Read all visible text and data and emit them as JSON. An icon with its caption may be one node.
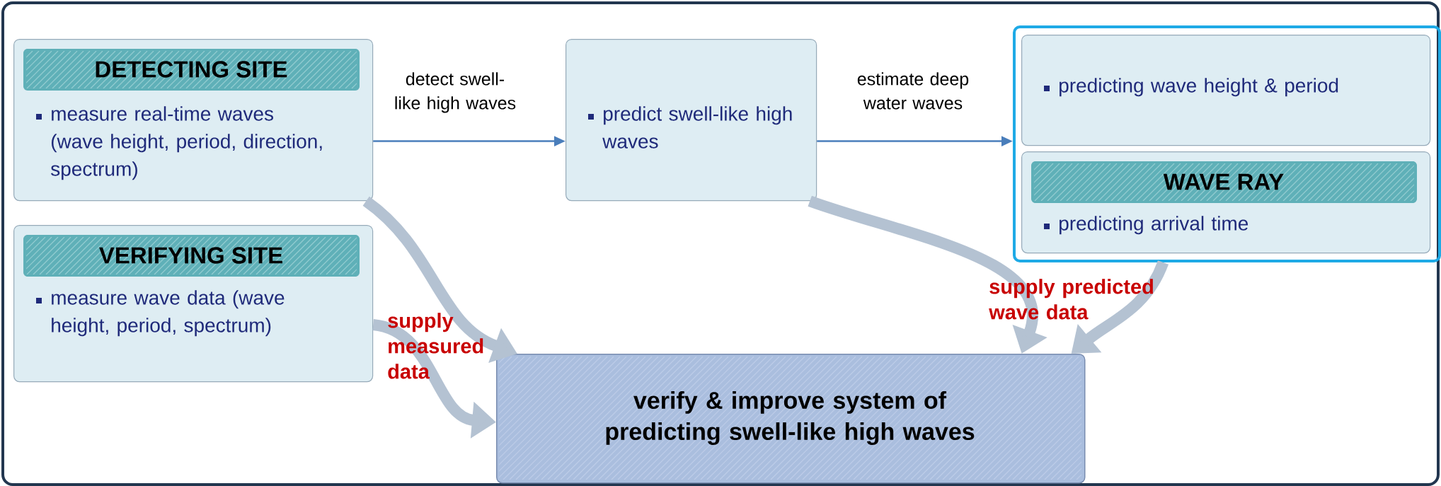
{
  "diagram": {
    "nodes": [
      {
        "text": [
          "DETECTING SITE",
          "measure real-time waves (wave height, period, direction, spectrum)"
        ]
      },
      {
        "text": [
          "predict swell-like high waves"
        ]
      },
      {
        "text": [],
        "shape": "box"
      },
      {
        "text": [
          "predicting wave height & period"
        ],
        "in": 2
      },
      {
        "text": [
          "WAVE RAY",
          "predicting arrival time"
        ],
        "in": 2
      },
      {
        "text": [
          "VERIFYING SITE",
          "measure wave data (wave height, period, spectrum)"
        ]
      },
      {
        "text": [
          "verify & improve system of predicting swell-like high waves"
        ]
      }
    ],
    "edges": [
      {
        "from": 0,
        "to": 1,
        "arrow": "to",
        "label": "detect swell-like high waves",
        "color": "#4a7ebb"
      },
      {
        "from": 1,
        "to": 2,
        "arrow": "to",
        "label": "estimate deep water waves",
        "color": "#4a7ebb"
      },
      {
        "from": 0,
        "to": 6,
        "arrow": "to",
        "color": "#b4c2d2"
      },
      {
        "from": 5,
        "to": 6,
        "arrow": "to",
        "color": "#b4c2d2",
        "label": "supply measured data"
      },
      {
        "from": 1,
        "to": 6,
        "arrow": "to",
        "color": "#b4c2d2"
      },
      {
        "from": 2,
        "to": 6,
        "arrow": "to",
        "color": "#b4c2d2",
        "label": "supply predicted wave data"
      }
    ]
  }
}
